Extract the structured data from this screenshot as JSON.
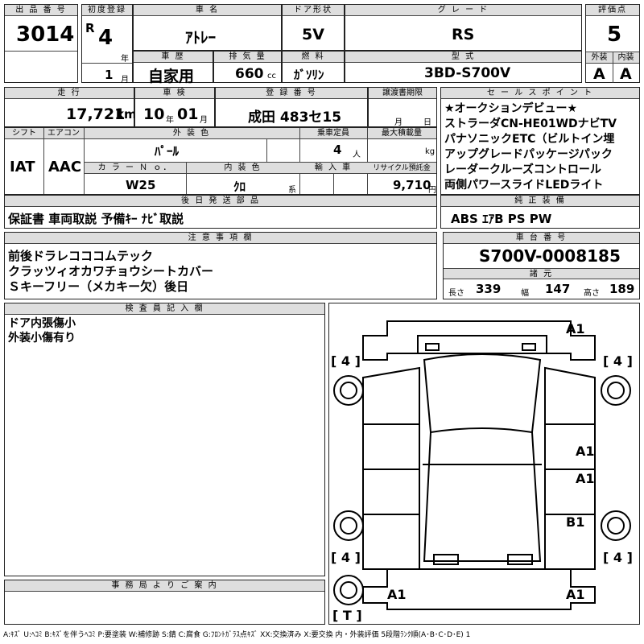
{
  "headers": {
    "lot_no": "出 品 番 号",
    "first_reg": "初度登録",
    "car_name": "車 名",
    "door": "ドア形状",
    "grade": "グ レ ー ド",
    "score": "評価点",
    "history": "車 歴",
    "displacement": "排 気 量",
    "fuel": "燃 料",
    "model": "型 式",
    "exterior": "外装",
    "interior": "内装",
    "mileage": "走 行",
    "inspection": "車 検",
    "plate": "登 録 番 号",
    "transfer": "譲渡書期限",
    "sales_points": "セ ー ル ス ポ イ ン ト",
    "shift": "シフト",
    "aircon": "エアコン",
    "ext_color": "外 装 色",
    "capacity": "乗車定員",
    "max_load": "最大積載量",
    "color_no": "カ ラ ー Ｎ ｏ．",
    "int_color": "内 装 色",
    "import": "輸 入 車",
    "recycle": "リサイクル預託金",
    "ship_parts": "後 日 発 送 部 品",
    "genuine": "純 正 装 備",
    "notes": "注 意 事 項 欄",
    "chassis": "車 台 番 号",
    "dims": "諸 元",
    "inspector": "検 査 員 記 入 欄",
    "office": "事 務 局 よ り ご 案 内"
  },
  "values": {
    "lot_no": "3014",
    "era": "R",
    "year": "4",
    "year_unit": "年",
    "month": "1",
    "month_unit": "月",
    "car_name": "ｱﾄﾚｰ",
    "door": "5V",
    "grade": "RS",
    "score": "5",
    "history": "自家用",
    "displacement": "660",
    "displacement_unit": "cc",
    "fuel": "ｶﾞｿﾘﾝ",
    "model": "3BD-S700V",
    "exterior": "A",
    "interior": "A",
    "mileage": "17,721",
    "mileage_unit": "km",
    "insp_year": "10",
    "insp_year_unit": "年",
    "insp_month": "01",
    "insp_month_unit": "月",
    "plate": "成田 483セ15",
    "transfer_month": "月",
    "transfer_day": "日",
    "shift": "IAT",
    "aircon": "AAC",
    "ext_color": "ﾊﾟｰﾙ",
    "capacity": "4",
    "capacity_unit": "人",
    "max_load_unit": "kg",
    "color_no": "W25",
    "int_color": "ｸﾛ",
    "int_color_unit": "系",
    "recycle": "9,710",
    "recycle_unit": "円",
    "ship_parts": "保証書 車両取説 予備ｷｰ ﾅﾋﾞ取説",
    "genuine": "ABS ｴｱB PS PW",
    "chassis": "S700V-0008185",
    "len_label": "長さ",
    "len": "339",
    "width_label": "幅",
    "width": "147",
    "height_label": "高さ",
    "height": "189"
  },
  "sales_points": [
    "★オークションデビュー★",
    "ストラーダCN-HE01WDナビTV",
    "パナソニックETC（ビルトイン埋",
    "アップグレードパッケージパック",
    "レーダークルーズコントロール",
    "両側パワースライドLEDライト"
  ],
  "notes": [
    "前後ドラレコココムテック",
    "クラッツィオカワチョウシートカバー",
    "Ｓキーフリー（メカキー欠）後日"
  ],
  "inspector_notes": [
    "ドア内張傷小",
    "外装小傷有り"
  ],
  "diagram_marks": {
    "top_right": "A1",
    "tire_fl": "[ 4 ]",
    "tire_fr": "[ 4 ]",
    "side_r1": "A1",
    "side_r2": "A1",
    "side_r3": "B1",
    "tire_rl": "[ 4 ]",
    "tire_rr": "[ 4 ]",
    "bottom_left": "A1",
    "bottom_right": "A1",
    "spare": "[ T ]"
  },
  "footer": "A:ｷｽﾞ U:ﾍｺﾐ B:ｷｽﾞを伴うﾍｺﾐ P:要塗装 W:補修跡 S:錆 C:腐食 G:ﾌﾛﾝﾄｶﾞﾗｽ点ｷｽﾞ XX:交換済み X:要交換 内・外装評価 5段階ﾗﾝｸ順(A･B･C･D･E) 1"
}
